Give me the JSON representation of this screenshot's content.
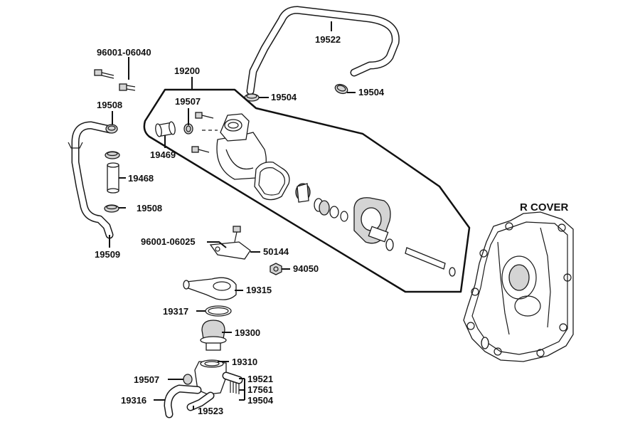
{
  "diagram": {
    "section_label": "R COVER",
    "labels": {
      "p19522": "19522",
      "p96001_06040": "96001-06040",
      "p19200": "19200",
      "p19504_a": "19504",
      "p19504_b": "19504",
      "p19507_top": "19507",
      "p19508_top": "19508",
      "p19469": "19469",
      "p19468": "19468",
      "p19508_bottom": "19508",
      "p19509": "19509",
      "p96001_06025": "96001-06025",
      "p50144": "50144",
      "p94050": "94050",
      "p19315": "19315",
      "p19317": "19317",
      "p19300": "19300",
      "p19310": "19310",
      "p19507_bottom": "19507",
      "p19521": "19521",
      "p17561": "17561",
      "p19504_c": "19504",
      "p19316": "19316",
      "p19523": "19523"
    }
  }
}
